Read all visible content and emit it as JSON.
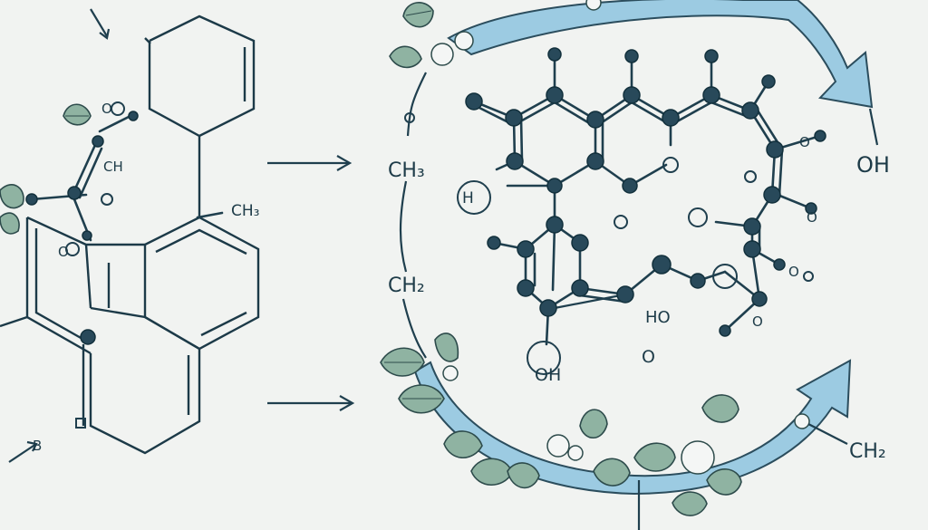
{
  "labels": {
    "left_ch3": "CH₃",
    "left_ch": "CH",
    "left_b": "B",
    "left_o1": "O",
    "left_o2": "O",
    "mid_ch3": "CH₃",
    "mid_ch2": "CH₂",
    "right_oh": "OH",
    "right_ch2": "CH₂",
    "center_o": "O",
    "center_oh": "OH",
    "center_ho": "HO",
    "center_h": "H",
    "center_o2": "O",
    "right_o1": "O",
    "right_o2": "O",
    "right_o3": "O"
  },
  "colors": {
    "background": "#f1f3f1",
    "ink": "#1f3f4e",
    "atom": "#28495a",
    "leaf": "#8fb3a2",
    "arrow_band": "#9ccbe2"
  },
  "icons": [
    "leaf-icon",
    "arrow-icon",
    "atom-icon"
  ]
}
